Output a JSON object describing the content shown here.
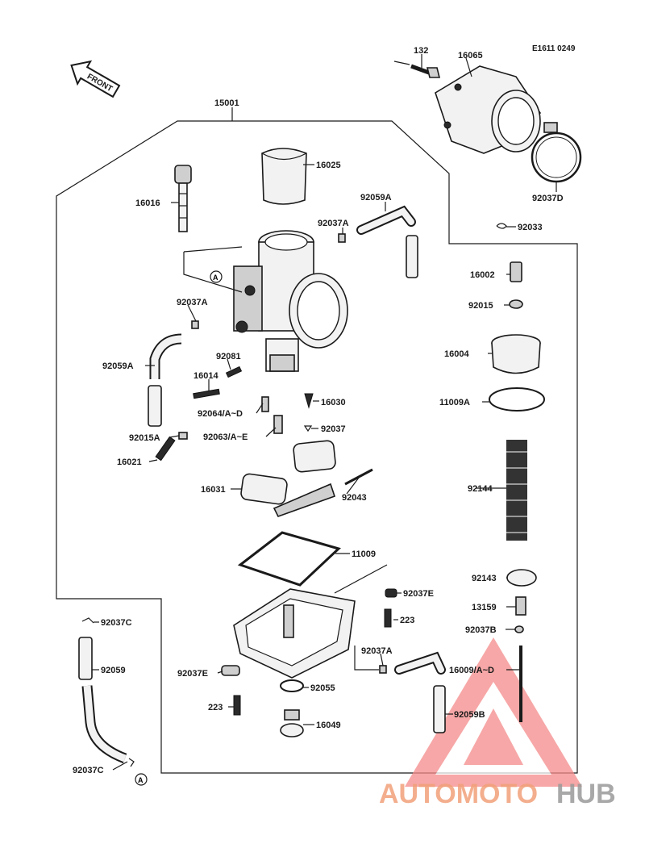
{
  "drawing_code": "E1611 0249",
  "front_label": "FRONT",
  "callouts": {
    "c132": "132",
    "c16065": "16065",
    "c15001": "15001",
    "c16025": "16025",
    "c16016": "16016",
    "c92059A": "92059A",
    "c92037A_top": "92037A",
    "c92037D": "92037D",
    "c92033": "92033",
    "c16002": "16002",
    "c92015": "92015",
    "c92037A_left": "92037A",
    "c16004": "16004",
    "c92059A_left": "92059A",
    "c92081": "92081",
    "c16014": "16014",
    "c16030": "16030",
    "c11009A": "11009A",
    "c92064": "92064/A~D",
    "c92037": "92037",
    "c92015A": "92015A",
    "c92063": "92063/A~E",
    "c16021": "16021",
    "c16031": "16031",
    "c92043": "92043",
    "c92144": "92144",
    "c11009": "11009",
    "c92143": "92143",
    "c92037E_r": "92037E",
    "c13159": "13159",
    "c92037C_top": "92037C",
    "c223_r": "223",
    "c92037B": "92037B",
    "c92037A_bot": "92037A",
    "c92059": "92059",
    "c16009": "16009/A~D",
    "c92037E_l": "92037E",
    "c92055": "92055",
    "c223_l": "223",
    "c92059B": "92059B",
    "c16049": "16049",
    "c92037C_bot": "92037C",
    "ref_a_top": "A",
    "ref_a_bot": "A"
  },
  "watermark": {
    "part1": "AUTOMOTO",
    "part2": "HUB",
    "color1": "#f2a07a",
    "color2": "#9a9a9a",
    "triangle_color": "#f05a5a"
  }
}
